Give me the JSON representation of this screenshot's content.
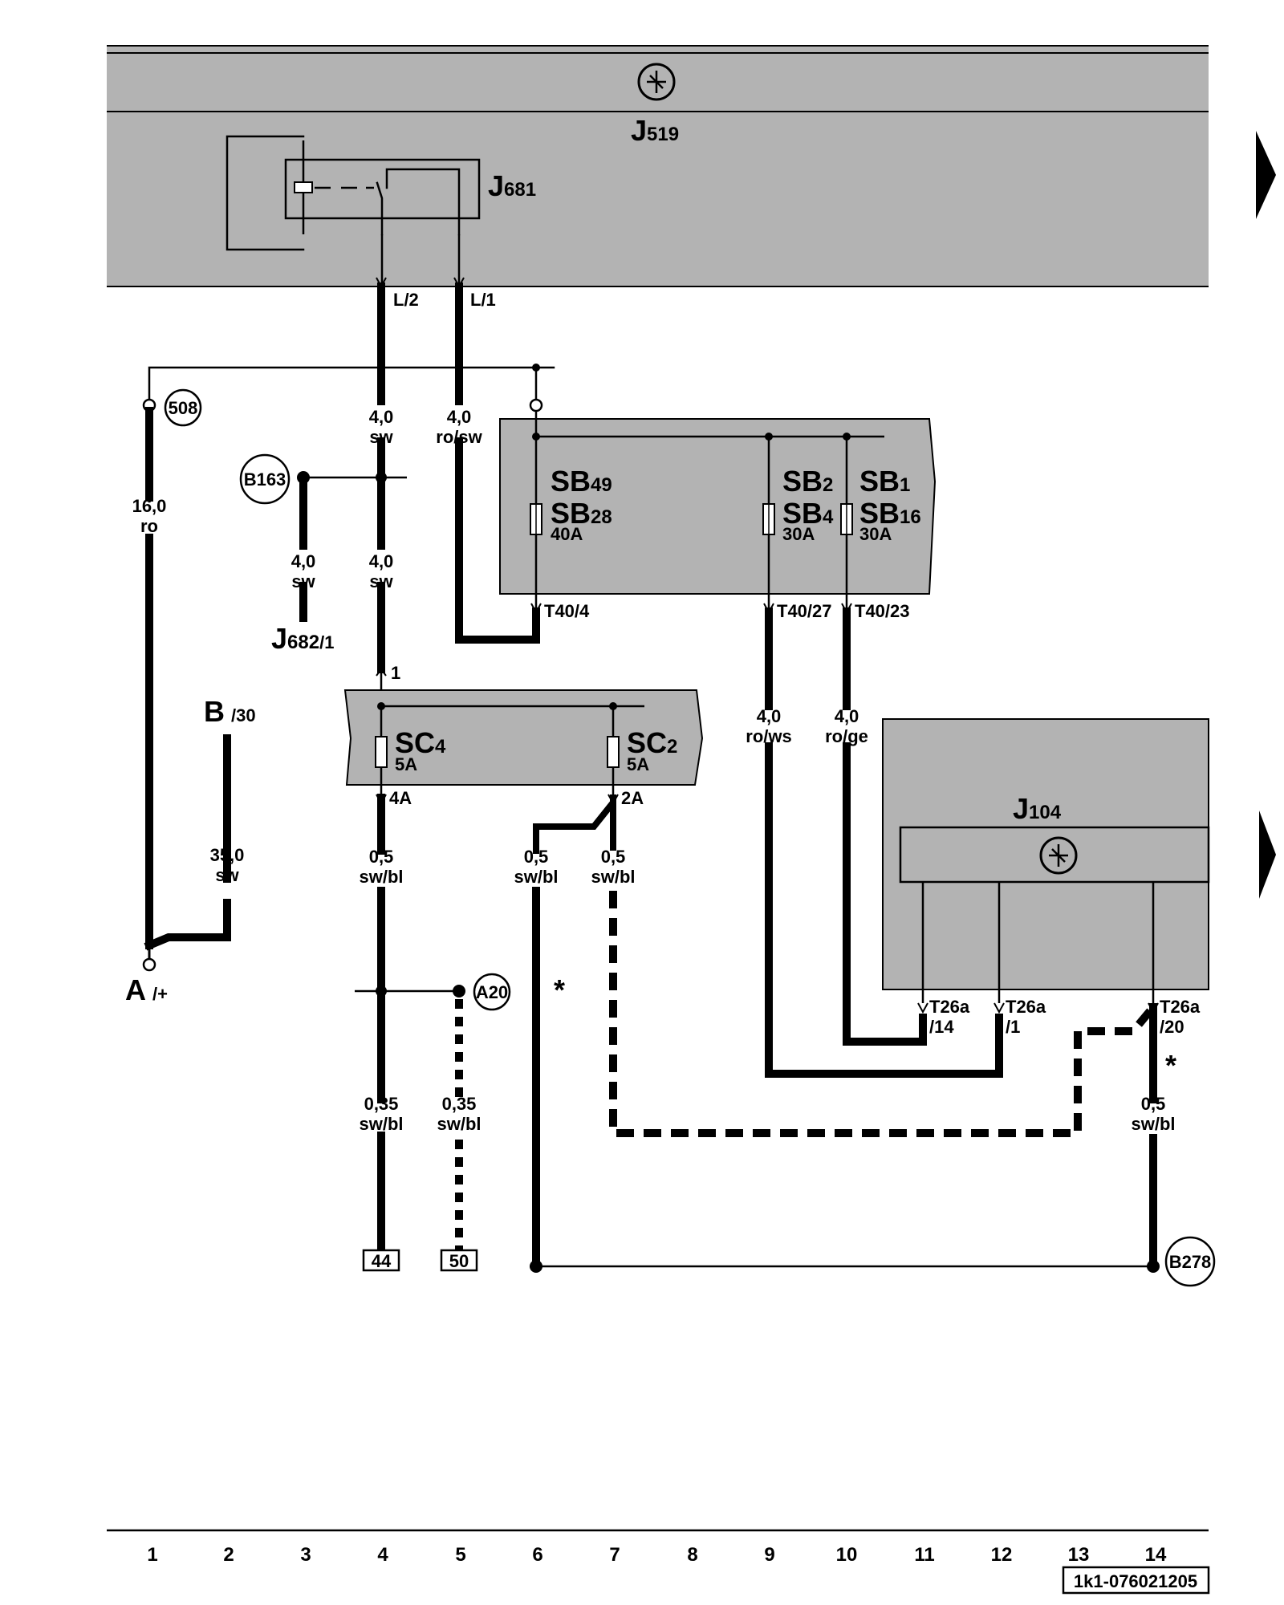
{
  "components": {
    "j519": {
      "name": "J",
      "sub": "519"
    },
    "j681": {
      "name": "J",
      "sub": "681"
    },
    "j104": {
      "name": "J",
      "sub": "104"
    },
    "j682": {
      "name": "J",
      "sub": "682",
      "pin": "/1"
    },
    "a": {
      "name": "A",
      "pin": "/+"
    },
    "b": {
      "name": "B",
      "pin": "/30"
    },
    "sb_left": {
      "l1": "SB",
      "l1sub": "49",
      "l2": "SB",
      "l2sub": "28",
      "rating": "40A"
    },
    "sb_mid": {
      "l1": "SB",
      "l1sub": "2",
      "l2": "SB",
      "l2sub": "4",
      "rating": "30A"
    },
    "sb_right": {
      "l1": "SB",
      "l1sub": "1",
      "l2": "SB",
      "l2sub": "16",
      "rating": "30A"
    },
    "sc4": {
      "name": "SC",
      "sub": "4",
      "rating": "5A"
    },
    "sc2": {
      "name": "SC",
      "sub": "2",
      "rating": "5A"
    }
  },
  "connection_points": [
    "508",
    "B163",
    "A20",
    "B278"
  ],
  "pins": {
    "l2": "L/2",
    "l1": "L/1",
    "t40_4": "T40/4",
    "t40_27": "T40/27",
    "t40_23": "T40/23",
    "sc_in": "1",
    "sc4_out": "4A",
    "sc2_out": "2A",
    "t26a_14_a": "T26a",
    "t26a_14_b": "/14",
    "t26a_1_a": "T26a",
    "t26a_1_b": "/1",
    "t26a_20_a": "T26a",
    "t26a_20_b": "/20"
  },
  "wires": {
    "w_l2": {
      "size": "4,0",
      "color": "sw"
    },
    "w_l1": {
      "size": "4,0",
      "color": "ro/sw"
    },
    "w_508": {
      "size": "16,0",
      "color": "ro"
    },
    "w_j682": {
      "size": "4,0",
      "color": "sw"
    },
    "w_col4": {
      "size": "4,0",
      "color": "sw"
    },
    "w_b30": {
      "size": "35,0",
      "color": "sw"
    },
    "w_t40_27": {
      "size": "4,0",
      "color": "ro/ws"
    },
    "w_t40_23": {
      "size": "4,0",
      "color": "ro/ge"
    },
    "w_sc4": {
      "size": "0,5",
      "color": "sw/bl"
    },
    "w_c6": {
      "size": "0,5",
      "color": "sw/bl"
    },
    "w_sc2": {
      "size": "0,5",
      "color": "sw/bl"
    },
    "w_44": {
      "size": "0,35",
      "color": "sw/bl"
    },
    "w_50": {
      "size": "0,35",
      "color": "sw/bl"
    },
    "w_c14": {
      "size": "0,5",
      "color": "sw/bl"
    }
  },
  "markers": {
    "star1": "*",
    "star2": "*"
  },
  "terminals": {
    "t44": "44",
    "t50": "50"
  },
  "grid_numbers": [
    "1",
    "2",
    "3",
    "4",
    "5",
    "6",
    "7",
    "8",
    "9",
    "10",
    "11",
    "12",
    "13",
    "14"
  ],
  "doc_id": "1k1-076021205",
  "colors": {
    "module_fill": "#b3b3b3",
    "wire": "#000000",
    "background": "#ffffff"
  }
}
